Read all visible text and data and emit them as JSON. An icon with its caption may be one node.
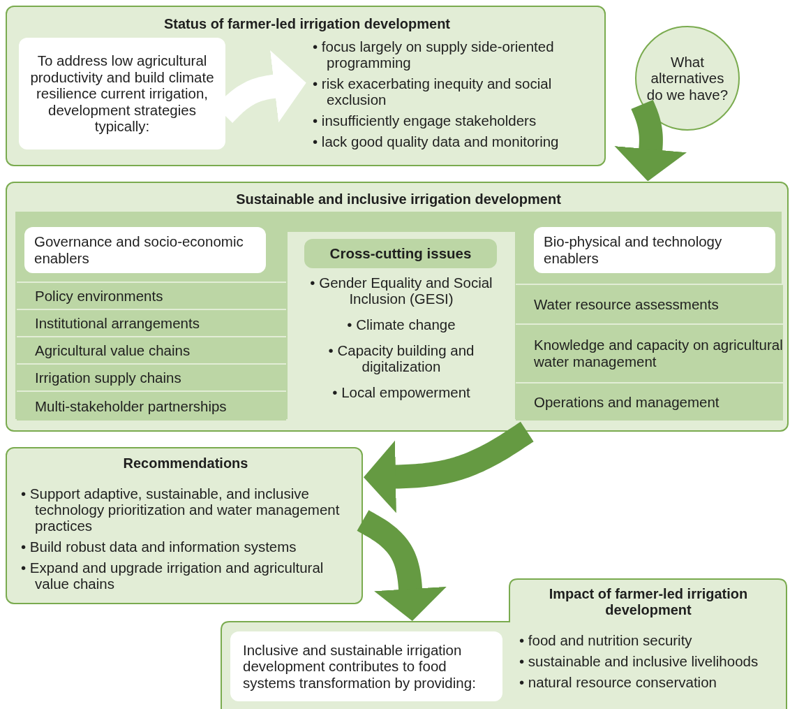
{
  "diagram": {
    "nodes": [
      {
        "text": [
          "Status of farmer-led irrigation development"
        ]
      },
      {
        "text": [
          "To address low agricultural productivity and build climate resilience current irrigation, development strategies typically:"
        ],
        "in": 0
      },
      {
        "text": [
          "• focus largely on supply side-oriented programming",
          "• risk exacerbating inequity and social exclusion",
          "• insufficiently engage stakeholders",
          "• lack good quality data and monitoring"
        ],
        "in": 0
      },
      {
        "text": [
          "What alternatives do we have?"
        ]
      },
      {
        "text": [
          "Sustainable and inclusive irrigation development"
        ]
      },
      {
        "text": [
          "Governance and socio-economic enablers"
        ],
        "in": 4
      },
      {
        "text": [
          "Policy environments"
        ],
        "in": 4
      },
      {
        "text": [
          "Institutional arrangements"
        ],
        "in": 4
      },
      {
        "text": [
          "Agricultural value chains"
        ],
        "in": 4
      },
      {
        "text": [
          "Irrigation supply chains"
        ],
        "in": 4
      },
      {
        "text": [
          "Multi-stakeholder partnerships"
        ],
        "in": 4
      },
      {
        "text": [
          "• Gender Equality and Social Inclusion (GESI)",
          "• Climate change",
          "• Capacity building and digitalization",
          "• Local empowerment"
        ],
        "in": 4
      },
      {
        "text": [
          "Cross-cutting issues"
        ],
        "in": 11
      },
      {
        "text": [
          "Bio-physical and technology enablers"
        ],
        "in": 4
      },
      {
        "text": [
          "Water resource assessments"
        ],
        "in": 4
      },
      {
        "text": [
          "Knowledge and capacity on agricultural water management"
        ],
        "in": 4
      },
      {
        "text": [
          "Operations and management"
        ],
        "in": 4
      },
      {
        "text": [
          "Recommendations",
          "• Support adaptive, sustainable, and inclusive technology prioritization and water management practices",
          "• Build robust data and information systems",
          "• Expand and upgrade irrigation and agricultural value chains"
        ]
      },
      {
        "text": [
          "Impact of farmer-led irrigation development",
          "• food and nutrition security",
          "• sustainable and inclusive livelihoods",
          "• natural resource conservation"
        ]
      },
      {
        "text": [
          "Inclusive and sustainable irrigation development contributes to food systems transformation by providing:"
        ],
        "in": 18
      }
    ],
    "edges": [
      {
        "from": 1,
        "to": 2,
        "arrow": "to",
        "color": "#ffffff"
      },
      {
        "from": 3,
        "to": 4,
        "arrow": "to"
      },
      {
        "from": 4,
        "to": 17,
        "arrow": "to"
      },
      {
        "from": 17,
        "to": 18,
        "arrow": "to"
      }
    ]
  }
}
